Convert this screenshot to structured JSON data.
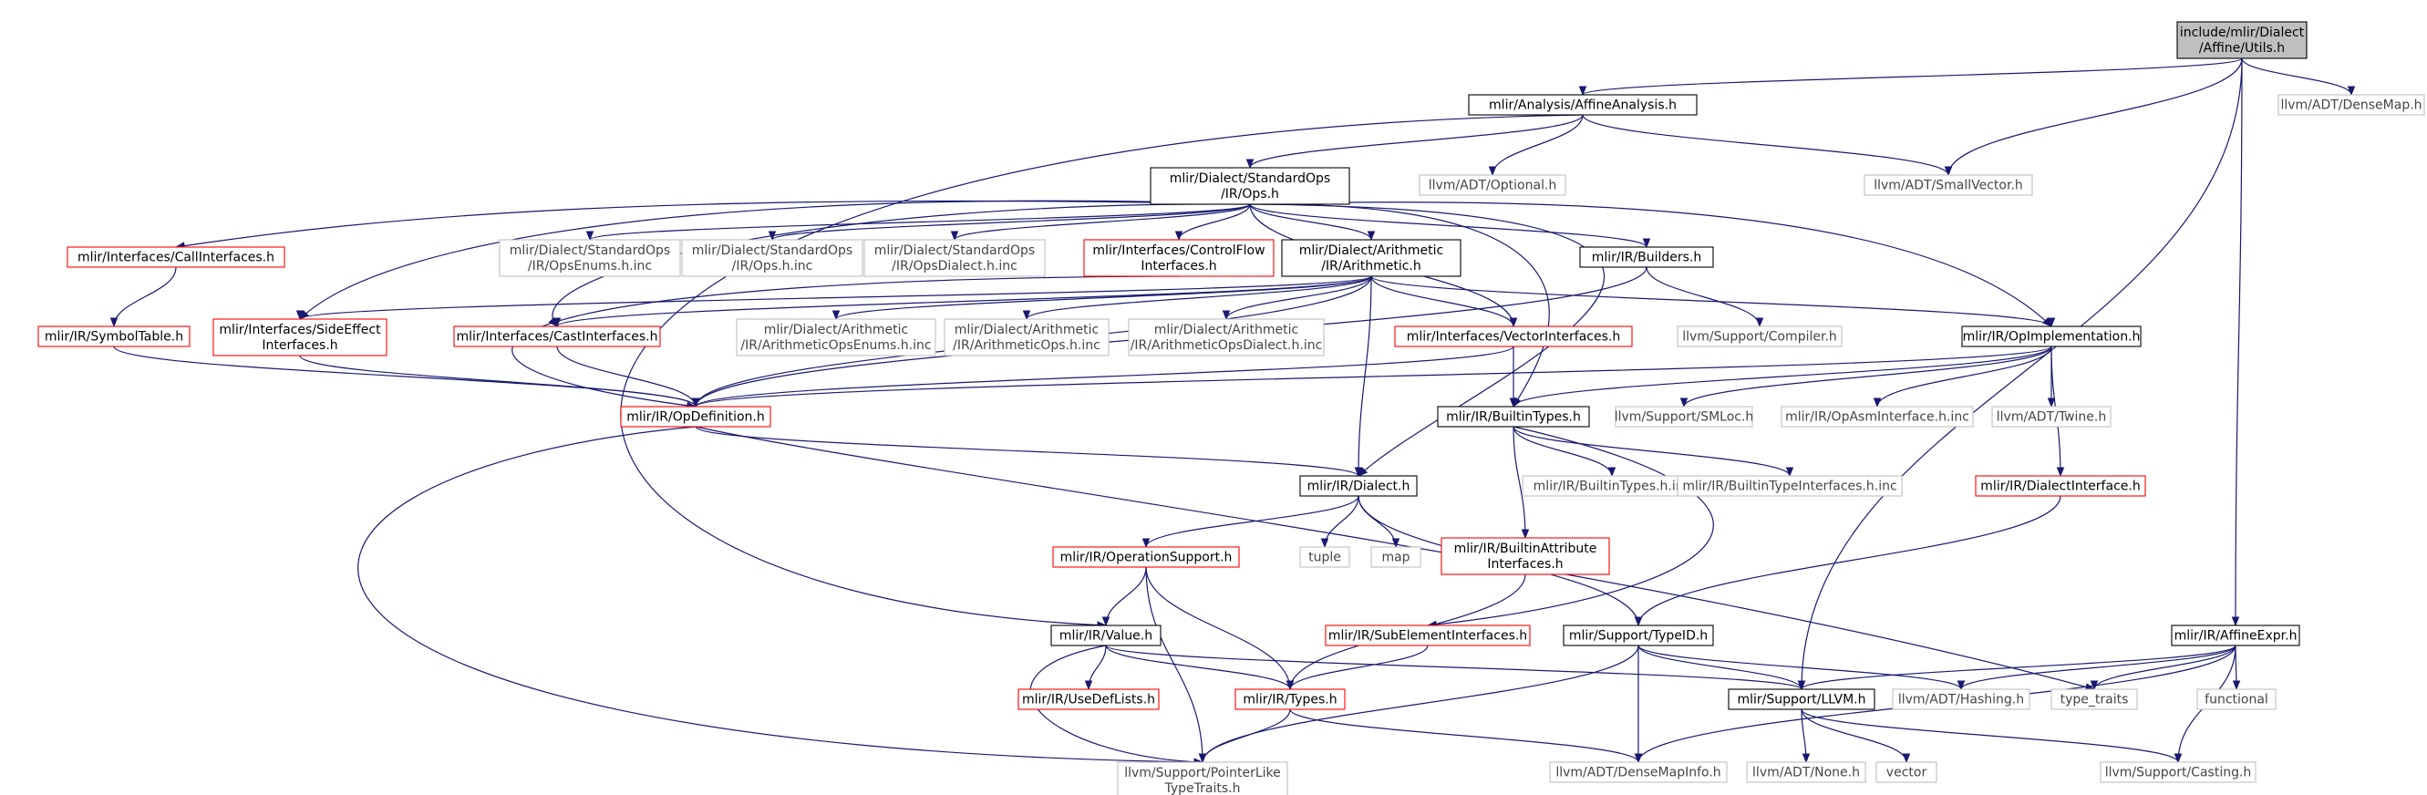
{
  "colors": {
    "edge": "#191970",
    "node_black": "#000000",
    "node_red": "#ff0000",
    "node_gray": "#bfbfbf",
    "root_fill": "#bfbfbf"
  },
  "nodes": [
    {
      "id": "root",
      "lines": [
        "include/mlir/Dialect",
        "/Affine/Utils.h"
      ],
      "style": "root"
    },
    {
      "id": "affineanalysis",
      "lines": [
        "mlir/Analysis/AffineAnalysis.h"
      ],
      "style": "black"
    },
    {
      "id": "densemap",
      "lines": [
        "llvm/ADT/DenseMap.h"
      ],
      "style": "gray"
    },
    {
      "id": "stdops",
      "lines": [
        "mlir/Dialect/StandardOps",
        "/IR/Ops.h"
      ],
      "style": "black"
    },
    {
      "id": "optional",
      "lines": [
        "llvm/ADT/Optional.h"
      ],
      "style": "gray"
    },
    {
      "id": "smallvector",
      "lines": [
        "llvm/ADT/SmallVector.h"
      ],
      "style": "gray"
    },
    {
      "id": "callinterfaces",
      "lines": [
        "mlir/Interfaces/CallInterfaces.h"
      ],
      "style": "red"
    },
    {
      "id": "opsenums",
      "lines": [
        "mlir/Dialect/StandardOps",
        "/IR/OpsEnums.h.inc"
      ],
      "style": "gray"
    },
    {
      "id": "opsinc",
      "lines": [
        "mlir/Dialect/StandardOps",
        "/IR/Ops.h.inc"
      ],
      "style": "gray"
    },
    {
      "id": "opsdialect",
      "lines": [
        "mlir/Dialect/StandardOps",
        "/IR/OpsDialect.h.inc"
      ],
      "style": "gray"
    },
    {
      "id": "controlflow",
      "lines": [
        "mlir/Interfaces/ControlFlow",
        "Interfaces.h"
      ],
      "style": "red"
    },
    {
      "id": "arith",
      "lines": [
        "mlir/Dialect/Arithmetic",
        "/IR/Arithmetic.h"
      ],
      "style": "black"
    },
    {
      "id": "builders",
      "lines": [
        "mlir/IR/Builders.h"
      ],
      "style": "black"
    },
    {
      "id": "symboltable",
      "lines": [
        "mlir/IR/SymbolTable.h"
      ],
      "style": "red"
    },
    {
      "id": "sideeffect",
      "lines": [
        "mlir/Interfaces/SideEffect",
        "Interfaces.h"
      ],
      "style": "red"
    },
    {
      "id": "castinterfaces",
      "lines": [
        "mlir/Interfaces/CastInterfaces.h"
      ],
      "style": "red"
    },
    {
      "id": "arithenums",
      "lines": [
        "mlir/Dialect/Arithmetic",
        "/IR/ArithmeticOpsEnums.h.inc"
      ],
      "style": "gray"
    },
    {
      "id": "arithops",
      "lines": [
        "mlir/Dialect/Arithmetic",
        "/IR/ArithmeticOps.h.inc"
      ],
      "style": "gray"
    },
    {
      "id": "arithdialect",
      "lines": [
        "mlir/Dialect/Arithmetic",
        "/IR/ArithmeticOpsDialect.h.inc"
      ],
      "style": "gray"
    },
    {
      "id": "vectorinterfaces",
      "lines": [
        "mlir/Interfaces/VectorInterfaces.h"
      ],
      "style": "red"
    },
    {
      "id": "compiler",
      "lines": [
        "llvm/Support/Compiler.h"
      ],
      "style": "gray"
    },
    {
      "id": "opimpl",
      "lines": [
        "mlir/IR/OpImplementation.h"
      ],
      "style": "black"
    },
    {
      "id": "opdefinition",
      "lines": [
        "mlir/IR/OpDefinition.h"
      ],
      "style": "red"
    },
    {
      "id": "builtintypes",
      "lines": [
        "mlir/IR/BuiltinTypes.h"
      ],
      "style": "black"
    },
    {
      "id": "smloc",
      "lines": [
        "llvm/Support/SMLoc.h"
      ],
      "style": "gray"
    },
    {
      "id": "opasminterface",
      "lines": [
        "mlir/IR/OpAsmInterface.h.inc"
      ],
      "style": "gray"
    },
    {
      "id": "twine",
      "lines": [
        "llvm/ADT/Twine.h"
      ],
      "style": "gray"
    },
    {
      "id": "dialect",
      "lines": [
        "mlir/IR/Dialect.h"
      ],
      "style": "black"
    },
    {
      "id": "builtintypesinc",
      "lines": [
        "mlir/IR/BuiltinTypes.h.inc"
      ],
      "style": "gray"
    },
    {
      "id": "builtintypeinterfaces",
      "lines": [
        "mlir/IR/BuiltinTypeInterfaces.h.inc"
      ],
      "style": "gray"
    },
    {
      "id": "dialectinterface",
      "lines": [
        "mlir/IR/DialectInterface.h"
      ],
      "style": "red"
    },
    {
      "id": "operationsupport",
      "lines": [
        "mlir/IR/OperationSupport.h"
      ],
      "style": "red"
    },
    {
      "id": "tuple",
      "lines": [
        "tuple"
      ],
      "style": "gray"
    },
    {
      "id": "map",
      "lines": [
        "map"
      ],
      "style": "gray"
    },
    {
      "id": "builtinattr",
      "lines": [
        "mlir/IR/BuiltinAttribute",
        "Interfaces.h"
      ],
      "style": "red"
    },
    {
      "id": "value",
      "lines": [
        "mlir/IR/Value.h"
      ],
      "style": "black"
    },
    {
      "id": "subelement",
      "lines": [
        "mlir/IR/SubElementInterfaces.h"
      ],
      "style": "red"
    },
    {
      "id": "typeid",
      "lines": [
        "mlir/Support/TypeID.h"
      ],
      "style": "black"
    },
    {
      "id": "affineexpr",
      "lines": [
        "mlir/IR/AffineExpr.h"
      ],
      "style": "black"
    },
    {
      "id": "usedeflists",
      "lines": [
        "mlir/IR/UseDefLists.h"
      ],
      "style": "red"
    },
    {
      "id": "types",
      "lines": [
        "mlir/IR/Types.h"
      ],
      "style": "red"
    },
    {
      "id": "llvmh",
      "lines": [
        "mlir/Support/LLVM.h"
      ],
      "style": "black"
    },
    {
      "id": "hashing",
      "lines": [
        "llvm/ADT/Hashing.h"
      ],
      "style": "gray"
    },
    {
      "id": "typetraits",
      "lines": [
        "type_traits"
      ],
      "style": "gray"
    },
    {
      "id": "functional",
      "lines": [
        "functional"
      ],
      "style": "gray"
    },
    {
      "id": "pointerlike",
      "lines": [
        "llvm/Support/PointerLike",
        "TypeTraits.h"
      ],
      "style": "gray"
    },
    {
      "id": "densemapinfo",
      "lines": [
        "llvm/ADT/DenseMapInfo.h"
      ],
      "style": "gray"
    },
    {
      "id": "noneh",
      "lines": [
        "llvm/ADT/None.h"
      ],
      "style": "gray"
    },
    {
      "id": "vector",
      "lines": [
        "vector"
      ],
      "style": "gray"
    },
    {
      "id": "casting",
      "lines": [
        "llvm/Support/Casting.h"
      ],
      "style": "gray"
    }
  ],
  "edges": [
    [
      "root",
      "affineanalysis"
    ],
    [
      "root",
      "densemap"
    ],
    [
      "root",
      "smallvector"
    ],
    [
      "root",
      "affineexpr"
    ],
    [
      "root",
      "llvmh"
    ],
    [
      "affineanalysis",
      "stdops"
    ],
    [
      "affineanalysis",
      "optional"
    ],
    [
      "affineanalysis",
      "smallvector"
    ],
    [
      "affineanalysis",
      "value"
    ],
    [
      "stdops",
      "callinterfaces"
    ],
    [
      "stdops",
      "opsenums"
    ],
    [
      "stdops",
      "opsinc"
    ],
    [
      "stdops",
      "opsdialect"
    ],
    [
      "stdops",
      "controlflow"
    ],
    [
      "stdops",
      "arith"
    ],
    [
      "stdops",
      "builders"
    ],
    [
      "stdops",
      "sideeffect"
    ],
    [
      "stdops",
      "castinterfaces"
    ],
    [
      "stdops",
      "vectorinterfaces"
    ],
    [
      "stdops",
      "opimpl"
    ],
    [
      "stdops",
      "builtintypes"
    ],
    [
      "stdops",
      "dialect"
    ],
    [
      "callinterfaces",
      "symboltable"
    ],
    [
      "symboltable",
      "opdefinition"
    ],
    [
      "controlflow",
      "opdefinition"
    ],
    [
      "sideeffect",
      "opdefinition"
    ],
    [
      "castinterfaces",
      "opdefinition"
    ],
    [
      "arith",
      "sideeffect"
    ],
    [
      "arith",
      "castinterfaces"
    ],
    [
      "arith",
      "arithenums"
    ],
    [
      "arith",
      "arithops"
    ],
    [
      "arith",
      "arithdialect"
    ],
    [
      "arith",
      "vectorinterfaces"
    ],
    [
      "arith",
      "opimpl"
    ],
    [
      "arith",
      "dialect"
    ],
    [
      "arith",
      "opdefinition"
    ],
    [
      "builders",
      "compiler"
    ],
    [
      "builders",
      "opdefinition"
    ],
    [
      "vectorinterfaces",
      "builtintypes"
    ],
    [
      "vectorinterfaces",
      "opdefinition"
    ],
    [
      "opimpl",
      "opdefinition"
    ],
    [
      "opimpl",
      "builtintypes"
    ],
    [
      "opimpl",
      "smloc"
    ],
    [
      "opimpl",
      "opasminterface"
    ],
    [
      "opimpl",
      "twine"
    ],
    [
      "opimpl",
      "dialectinterface"
    ],
    [
      "opdefinition",
      "dialect"
    ],
    [
      "opdefinition",
      "pointerlike"
    ],
    [
      "opdefinition",
      "typetraits"
    ],
    [
      "builtintypes",
      "builtintypesinc"
    ],
    [
      "builtintypes",
      "builtintypeinterfaces"
    ],
    [
      "builtintypes",
      "builtinattr"
    ],
    [
      "builtintypes",
      "subelement"
    ],
    [
      "dialect",
      "operationsupport"
    ],
    [
      "dialect",
      "tuple"
    ],
    [
      "dialect",
      "map"
    ],
    [
      "dialect",
      "typeid"
    ],
    [
      "dialectinterface",
      "typeid"
    ],
    [
      "builtinattr",
      "types"
    ],
    [
      "subelement",
      "types"
    ],
    [
      "operationsupport",
      "value"
    ],
    [
      "operationsupport",
      "types"
    ],
    [
      "operationsupport",
      "pointerlike"
    ],
    [
      "value",
      "usedeflists"
    ],
    [
      "value",
      "types"
    ],
    [
      "value",
      "llvmh"
    ],
    [
      "value",
      "pointerlike"
    ],
    [
      "typeid",
      "llvmh"
    ],
    [
      "typeid",
      "hashing"
    ],
    [
      "typeid",
      "densemapinfo"
    ],
    [
      "typeid",
      "pointerlike"
    ],
    [
      "affineexpr",
      "llvmh"
    ],
    [
      "affineexpr",
      "hashing"
    ],
    [
      "affineexpr",
      "typetraits"
    ],
    [
      "affineexpr",
      "functional"
    ],
    [
      "affineexpr",
      "casting"
    ],
    [
      "affineexpr",
      "densemapinfo"
    ],
    [
      "types",
      "densemapinfo"
    ],
    [
      "types",
      "pointerlike"
    ],
    [
      "llvmh",
      "noneh"
    ],
    [
      "llvmh",
      "vector"
    ],
    [
      "llvmh",
      "casting"
    ]
  ]
}
